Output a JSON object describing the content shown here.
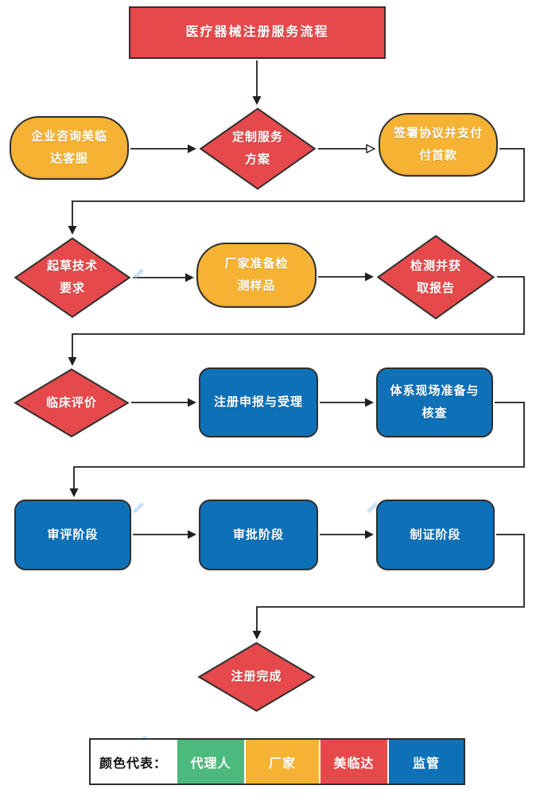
{
  "chart_title": "医疗器械注册服务流程",
  "nodes": {
    "title": {
      "label": "医疗器械注册服务流程",
      "type": "process-title",
      "color": "#e5494b"
    },
    "consult": {
      "label": "企业咨询美临\n达客服",
      "type": "stadium",
      "color": "#f6b233"
    },
    "custom_plan": {
      "label": "定制服务\n方案",
      "type": "diamond",
      "color": "#e5494b"
    },
    "sign_pay": {
      "label": "签署协议并支付\n付首款",
      "type": "stadium",
      "color": "#f6b233"
    },
    "draft_tech": {
      "label": "起草技术\n要求",
      "type": "diamond",
      "color": "#e5494b"
    },
    "prepare_samples": {
      "label": "厂家准备检\n测样品",
      "type": "stadium",
      "color": "#f6b233"
    },
    "test_report": {
      "label": "检测并获\n取报告",
      "type": "diamond",
      "color": "#e5494b"
    },
    "clinical_eval": {
      "label": "临床评价",
      "type": "diamond",
      "color": "#e5494b"
    },
    "filing_acceptance": {
      "label": "注册申报与受理",
      "type": "rect",
      "color": "#0e71b8"
    },
    "system_inspection": {
      "label": "体系现场准备与\n核查",
      "type": "rect",
      "color": "#0e71b8"
    },
    "review_stage": {
      "label": "审评阶段",
      "type": "rect",
      "color": "#0e71b8"
    },
    "approval_stage": {
      "label": "审批阶段",
      "type": "rect",
      "color": "#0e71b8"
    },
    "certification_stage": {
      "label": "制证阶段",
      "type": "rect",
      "color": "#0e71b8"
    },
    "registration_complete": {
      "label": "注册完成",
      "type": "diamond",
      "color": "#e5494b"
    }
  },
  "legend": {
    "label": "颜色代表：",
    "items": [
      {
        "label": "代理人",
        "color": "#4cba7d",
        "role": "agent"
      },
      {
        "label": "厂家",
        "color": "#f6b233",
        "role": "manufacturer"
      },
      {
        "label": "美临达",
        "color": "#e5494b",
        "role": "meilinda"
      },
      {
        "label": "监管",
        "color": "#0e71b8",
        "role": "regulator"
      }
    ]
  },
  "colors": {
    "red": "#e5494b",
    "yellow": "#f6b233",
    "blue": "#0e71b8",
    "green": "#4cba7d",
    "line": "#1f1f1f"
  }
}
